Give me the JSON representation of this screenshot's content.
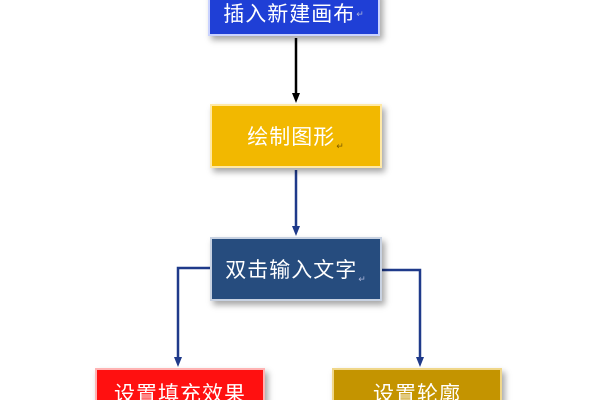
{
  "diagram": {
    "nodes": [
      {
        "id": "n1",
        "label": "插入新建画布",
        "mark": "↵",
        "color": "#1f3fd6"
      },
      {
        "id": "n2",
        "label": "绘制图形",
        "mark": "↵",
        "color": "#f2b800"
      },
      {
        "id": "n3",
        "label": "双击输入文字",
        "mark": "↵",
        "color": "#264c7e"
      },
      {
        "id": "n4",
        "label": "设置填充效果",
        "mark": "",
        "color": "#ff1010"
      },
      {
        "id": "n5",
        "label": "设置轮廓",
        "mark": "",
        "color": "#c49400"
      }
    ],
    "edges": [
      {
        "from": "n1",
        "to": "n2",
        "color": "#000000"
      },
      {
        "from": "n2",
        "to": "n3",
        "color": "#1f3a8a"
      },
      {
        "from": "n3",
        "to": "n4",
        "color": "#1f3a8a"
      },
      {
        "from": "n3",
        "to": "n5",
        "color": "#1f3a8a"
      }
    ]
  }
}
